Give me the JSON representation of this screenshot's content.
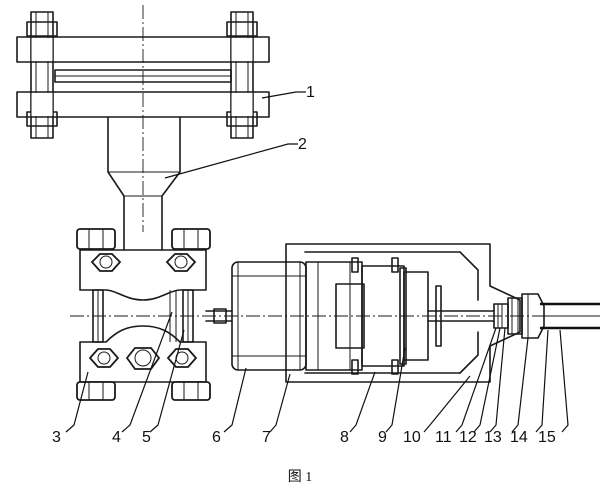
{
  "figure": {
    "caption": "图 1",
    "labels": [
      {
        "id": "1",
        "text": "1"
      },
      {
        "id": "2",
        "text": "2"
      },
      {
        "id": "3",
        "text": "3"
      },
      {
        "id": "4",
        "text": "4"
      },
      {
        "id": "5",
        "text": "5"
      },
      {
        "id": "6",
        "text": "6"
      },
      {
        "id": "7",
        "text": "7"
      },
      {
        "id": "8",
        "text": "8"
      },
      {
        "id": "9",
        "text": "9"
      },
      {
        "id": "10",
        "text": "10"
      },
      {
        "id": "11",
        "text": "11"
      },
      {
        "id": "12",
        "text": "12"
      },
      {
        "id": "13",
        "text": "13"
      },
      {
        "id": "14",
        "text": "14"
      },
      {
        "id": "15",
        "text": "15"
      }
    ]
  }
}
